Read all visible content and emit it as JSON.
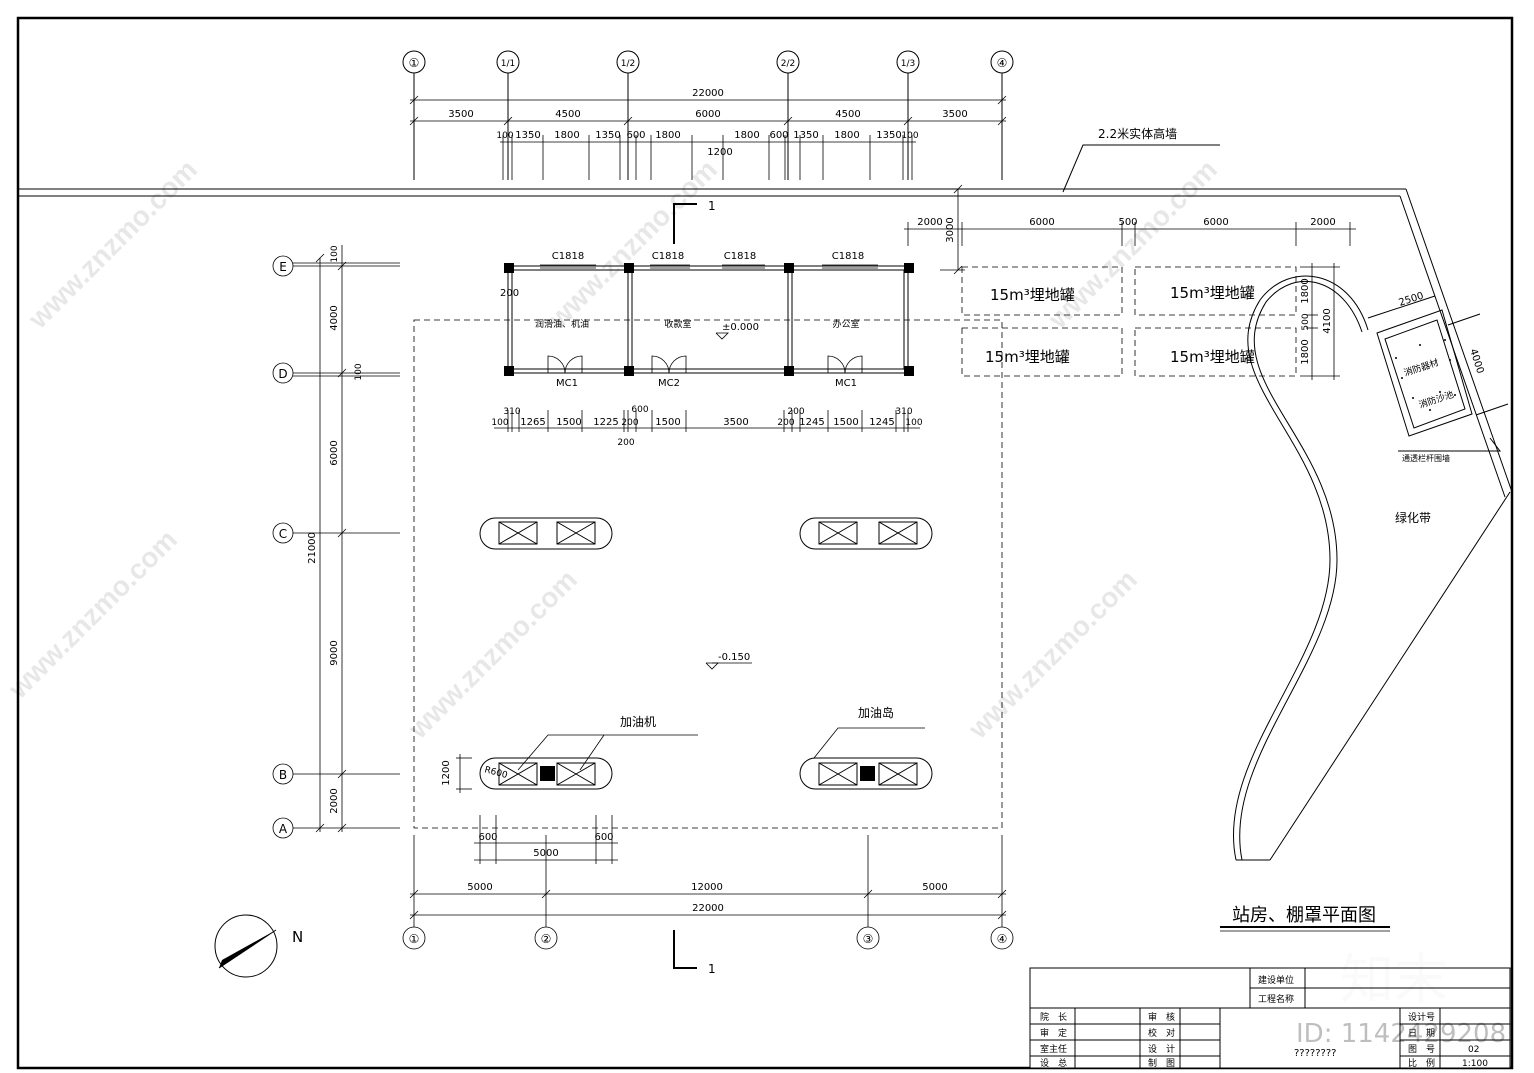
{
  "grid_top": [
    "①",
    "1/1",
    "1/2",
    "2/2",
    "1/3",
    "④"
  ],
  "grid_bottom": [
    "①",
    "②",
    "③",
    "④"
  ],
  "grid_rows": [
    "E",
    "D",
    "C",
    "B",
    "A"
  ],
  "dims_top_total": "22000",
  "dims_top_mid": [
    "3500",
    "4500",
    "6000",
    "4500",
    "3500"
  ],
  "dims_top_detail": [
    "100",
    "1350",
    "1800",
    "1350",
    "600",
    "1800",
    "1800",
    "600",
    "1350",
    "1800",
    "1350",
    "100"
  ],
  "dim_1200": "1200",
  "wall_label": "2.2米实体高墙",
  "section_mark": "1",
  "windows": [
    "C1818",
    "C1818",
    "C1818",
    "C1818"
  ],
  "rooms": [
    "润滑油、机油",
    "收款室",
    "办公室"
  ],
  "level_station": "±0.000",
  "level_canopy": "-0.150",
  "doors": [
    "MC1",
    "MC2",
    "MC1"
  ],
  "dim_200": "200",
  "door_dims": [
    "100",
    "310",
    "1265",
    "1500",
    "1225",
    "200",
    "600",
    "200",
    "1500",
    "3500",
    "200",
    "200",
    "1245",
    "1500",
    "1245",
    "310",
    "100"
  ],
  "tank_dims": [
    "2000",
    "6000",
    "500",
    "6000",
    "2000"
  ],
  "dim_3000": "3000",
  "tank_label": "15m³埋地罐",
  "tank_right_dims": [
    "1800",
    "500",
    "1800",
    "4100"
  ],
  "fire_box": {
    "w": "2500",
    "h": "4000",
    "lines": [
      "消防器材",
      "消防沙池"
    ]
  },
  "fence_label": "通透栏杆围墙",
  "green_label": "绿化带",
  "left_dims": [
    "100",
    "4000",
    "100",
    "6000",
    "9000",
    "2000",
    "21000"
  ],
  "dispenser_label": "加油机",
  "island_label": "加油岛",
  "island_dims": {
    "h": "1200",
    "r": "R600",
    "w1": "600",
    "w2": "600",
    "span": "5000"
  },
  "dims_bottom": [
    "5000",
    "12000",
    "5000"
  ],
  "dims_bottom_total": "22000",
  "north": "N",
  "drawing_title": "站房、棚罩平面图",
  "title_block": {
    "client": "建设单位",
    "project": "工程名称",
    "left_col": [
      "院　长",
      "审　定",
      "室主任",
      "设　总"
    ],
    "mid_col": [
      "审　核",
      "校　对",
      "设　计",
      "制　图"
    ],
    "right_col": [
      "设计号",
      "日　期",
      "图　号",
      "比　例"
    ],
    "values": {
      "sheet": "02",
      "scale": "1:100"
    },
    "placeholder": "????????"
  },
  "watermark": "www.znzmo.com",
  "brand": "知末",
  "id_text": "ID: 1142429208"
}
